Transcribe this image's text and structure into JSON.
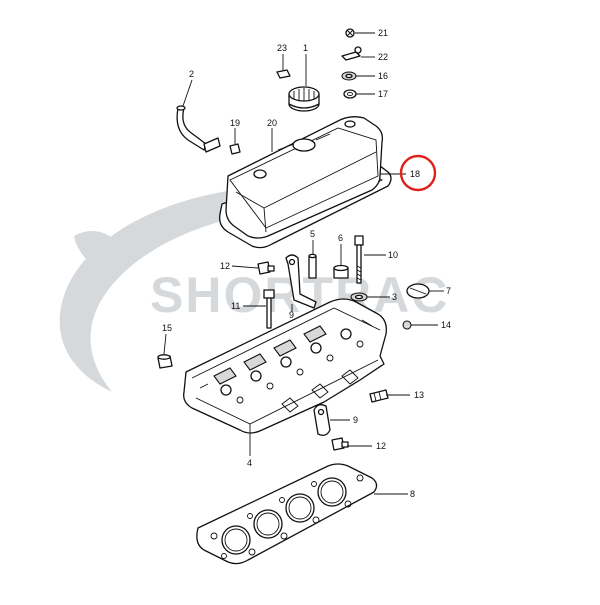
{
  "watermark": {
    "brand": "SHORTRAC"
  },
  "highlight_color": "#e0201b",
  "labels": {
    "p1": "1",
    "p2": "2",
    "p3": "3",
    "p4": "4",
    "p5": "5",
    "p6": "6",
    "p7": "7",
    "p8": "8",
    "p9a": "9",
    "p9b": "9",
    "p10": "10",
    "p11": "11",
    "p12a": "12",
    "p12b": "12",
    "p13": "13",
    "p14": "14",
    "p15": "15",
    "p16": "16",
    "p17": "17",
    "p18": "18",
    "p19": "19",
    "p20": "20",
    "p21": "21",
    "p22": "22",
    "p23": "23"
  }
}
